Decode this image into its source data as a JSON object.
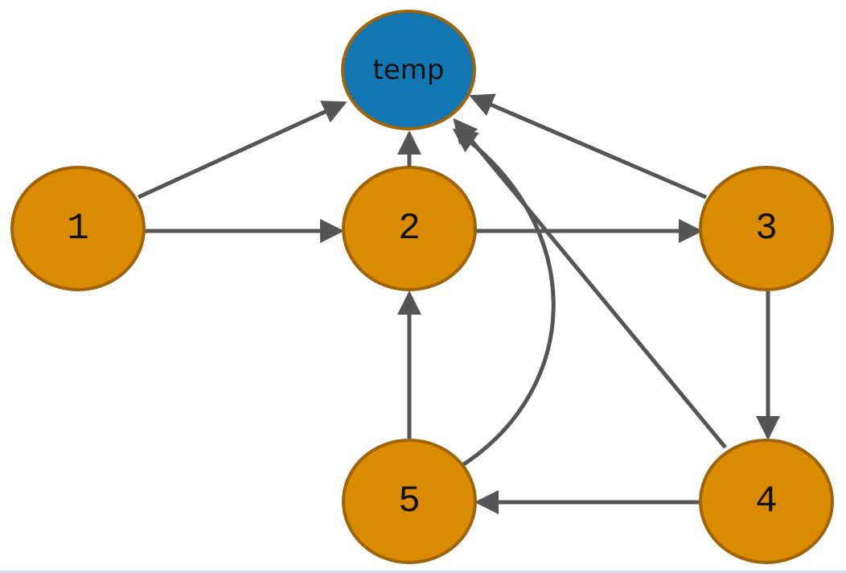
{
  "diagram": {
    "colors": {
      "node_fill": "#DB8B00",
      "node_fill_highlight": "#1276B3",
      "node_stroke": "#9E6407",
      "edge": "#555555",
      "background": "#FFFFFF",
      "bottom_rule": "#CFE3E6"
    },
    "nodes": [
      {
        "id": "temp",
        "label": "temp",
        "highlight": true
      },
      {
        "id": "1",
        "label": "1",
        "highlight": false
      },
      {
        "id": "2",
        "label": "2",
        "highlight": false
      },
      {
        "id": "3",
        "label": "3",
        "highlight": false
      },
      {
        "id": "4",
        "label": "4",
        "highlight": false
      },
      {
        "id": "5",
        "label": "5",
        "highlight": false
      }
    ],
    "edges": [
      {
        "from": "1",
        "to": "temp"
      },
      {
        "from": "1",
        "to": "2"
      },
      {
        "from": "2",
        "to": "temp"
      },
      {
        "from": "2",
        "to": "3"
      },
      {
        "from": "3",
        "to": "temp"
      },
      {
        "from": "3",
        "to": "4"
      },
      {
        "from": "4",
        "to": "temp"
      },
      {
        "from": "4",
        "to": "5"
      },
      {
        "from": "5",
        "to": "2"
      },
      {
        "from": "5",
        "to": "temp",
        "curved": true
      }
    ]
  }
}
